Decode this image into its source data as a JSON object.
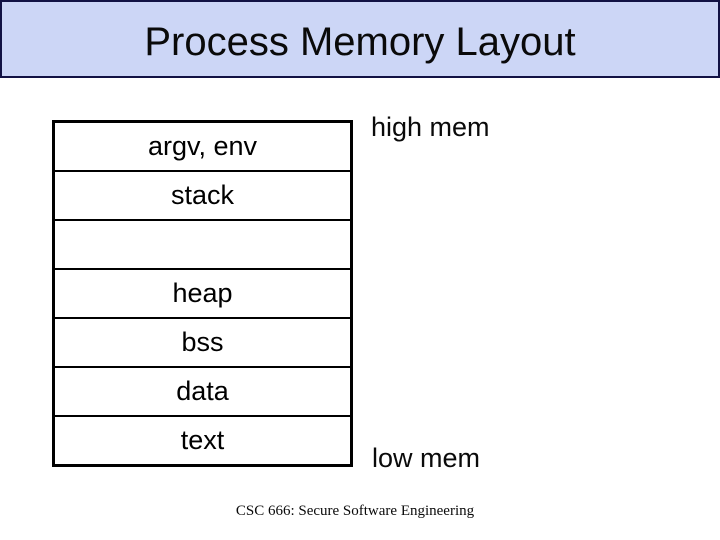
{
  "title_bar": {
    "title": "Process Memory Layout"
  },
  "diagram": {
    "high_mem_label": "high mem",
    "low_mem_label": "low mem",
    "segments": [
      {
        "label": "argv, env"
      },
      {
        "label": "stack"
      },
      {
        "label": ""
      },
      {
        "label": "heap"
      },
      {
        "label": "bss"
      },
      {
        "label": "data"
      },
      {
        "label": "text"
      }
    ]
  },
  "footer": {
    "text": "CSC 666: Secure Software Engineering"
  },
  "colors": {
    "title_bar_bg": "#ccd6f6",
    "title_bar_border": "#121244",
    "diagram_border": "#000000",
    "background": "#ffffff",
    "text": "#000000"
  }
}
